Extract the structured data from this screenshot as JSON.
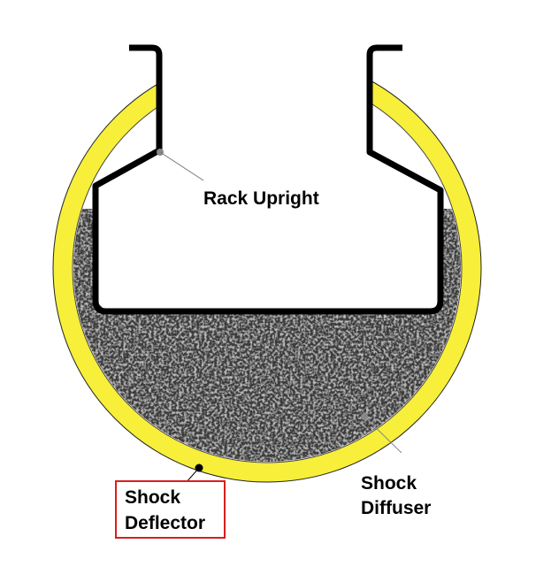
{
  "labels": {
    "rack_upright": "Rack Upright",
    "shock_diffuser_line1": "Shock",
    "shock_diffuser_line2": "Diffuser",
    "shock_deflector_line1": "Shock",
    "shock_deflector_line2": "Deflector"
  },
  "colors": {
    "deflector_ring": "#f7ef3a",
    "diffuser_fill": "#3a3a3a",
    "upright_outline": "#000000",
    "highlight_box": "#d81e1e"
  }
}
